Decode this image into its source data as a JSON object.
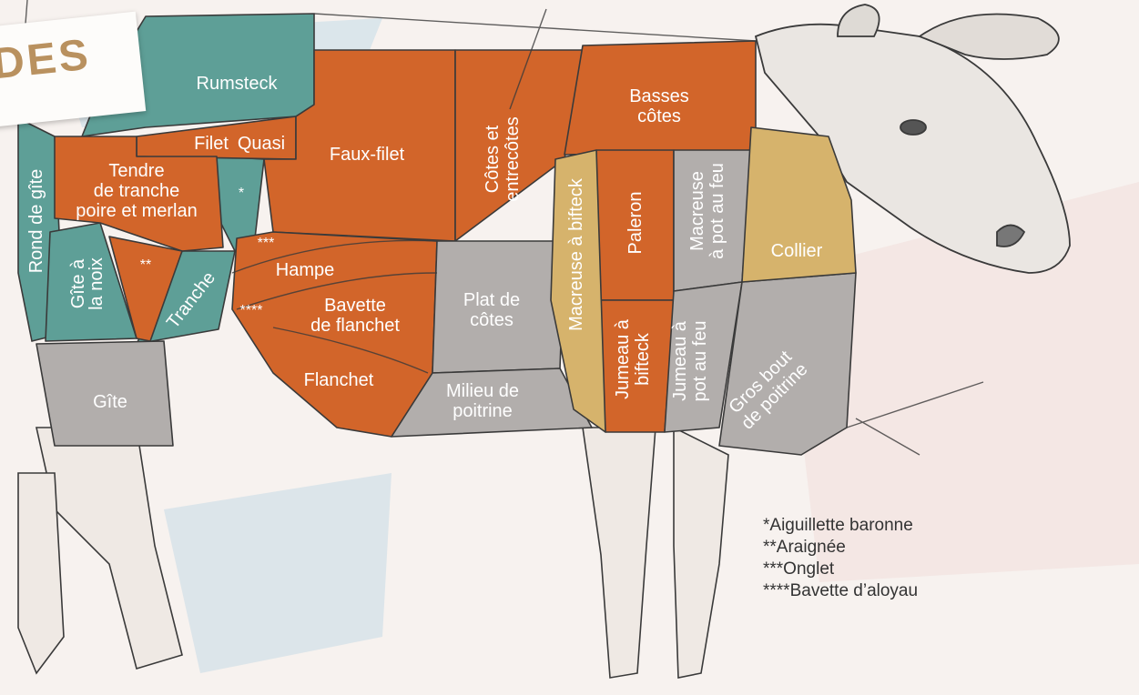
{
  "title": "DES",
  "colors": {
    "orange": "#d2652a",
    "teal": "#5e9f97",
    "grey": "#b2aeac",
    "tan": "#d6b36c",
    "background": "#f7f2ef",
    "ink": "#3a3a3a"
  },
  "cuts": {
    "rumsteck": "Rumsteck",
    "filet": "Filet",
    "quasi": "Quasi",
    "faux_filet": "Faux-filet",
    "cotes_l1": "Côtes et",
    "cotes_l2": "entrecôtes",
    "basses_l1": "Basses",
    "basses_l2": "côtes",
    "tendre_l1": "Tendre",
    "tendre_l2": "de tranche",
    "tendre_l3": "poire et merlan",
    "aiguillette_mark": "*",
    "rond_de_gite": "Rond de gîte",
    "gite_noix_l1": "Gîte à",
    "gite_noix_l2": "la noix",
    "araignee_mark": "**",
    "tranche": "Tranche",
    "onglet_mark": "***",
    "hampe": "Hampe",
    "bavette_aloyau_mark": "****",
    "bavette_l1": "Bavette",
    "bavette_l2": "de flanchet",
    "flanchet": "Flanchet",
    "plat_l1": "Plat de",
    "plat_l2": "côtes",
    "milieu_l1": "Milieu de",
    "milieu_l2": "poitrine",
    "macreuse_bifteck": "Macreuse à bifteck",
    "paleron": "Paleron",
    "macreuse_pot_l1": "Macreuse",
    "macreuse_pot_l2": "à pot au feu",
    "collier": "Collier",
    "jumeau_bifteck_l1": "Jumeau à",
    "jumeau_bifteck_l2": "bifteck",
    "jumeau_pot_l1": "Jumeau à",
    "jumeau_pot_l2": "pot au feu",
    "gros_bout_l1": "Gros bout",
    "gros_bout_l2": "de poitrine",
    "gite": "Gîte"
  },
  "legend": [
    "*Aiguillette baronne",
    "**Araignée",
    "***Onglet",
    "****Bavette d’aloyau"
  ]
}
